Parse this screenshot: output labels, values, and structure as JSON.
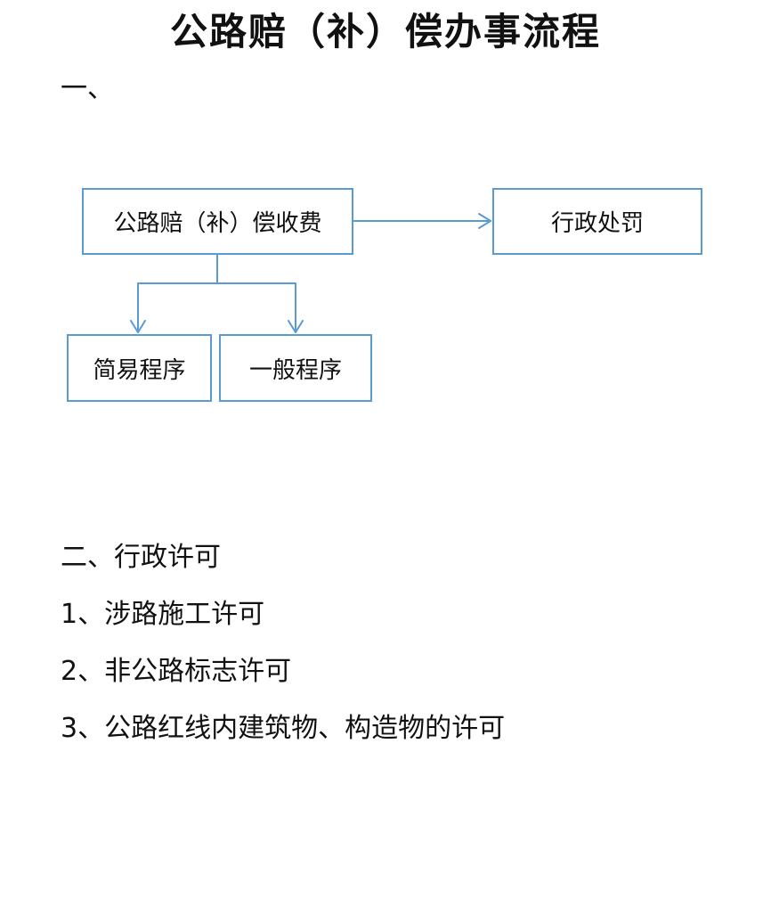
{
  "title": "公路赔（补）偿办事流程",
  "section_one_label": "一、",
  "diagram": {
    "main_box": "公路赔（补）偿收费",
    "right_box": "行政处罚",
    "bottom_left_box": "简易程序",
    "bottom_right_box": "一般程序",
    "line_color": "#5b9bd5"
  },
  "section_two": {
    "heading": "二、行政许可",
    "items": [
      "1、涉路施工许可",
      "2、非公路标志许可",
      "3、公路红线内建筑物、构造物的许可"
    ]
  }
}
